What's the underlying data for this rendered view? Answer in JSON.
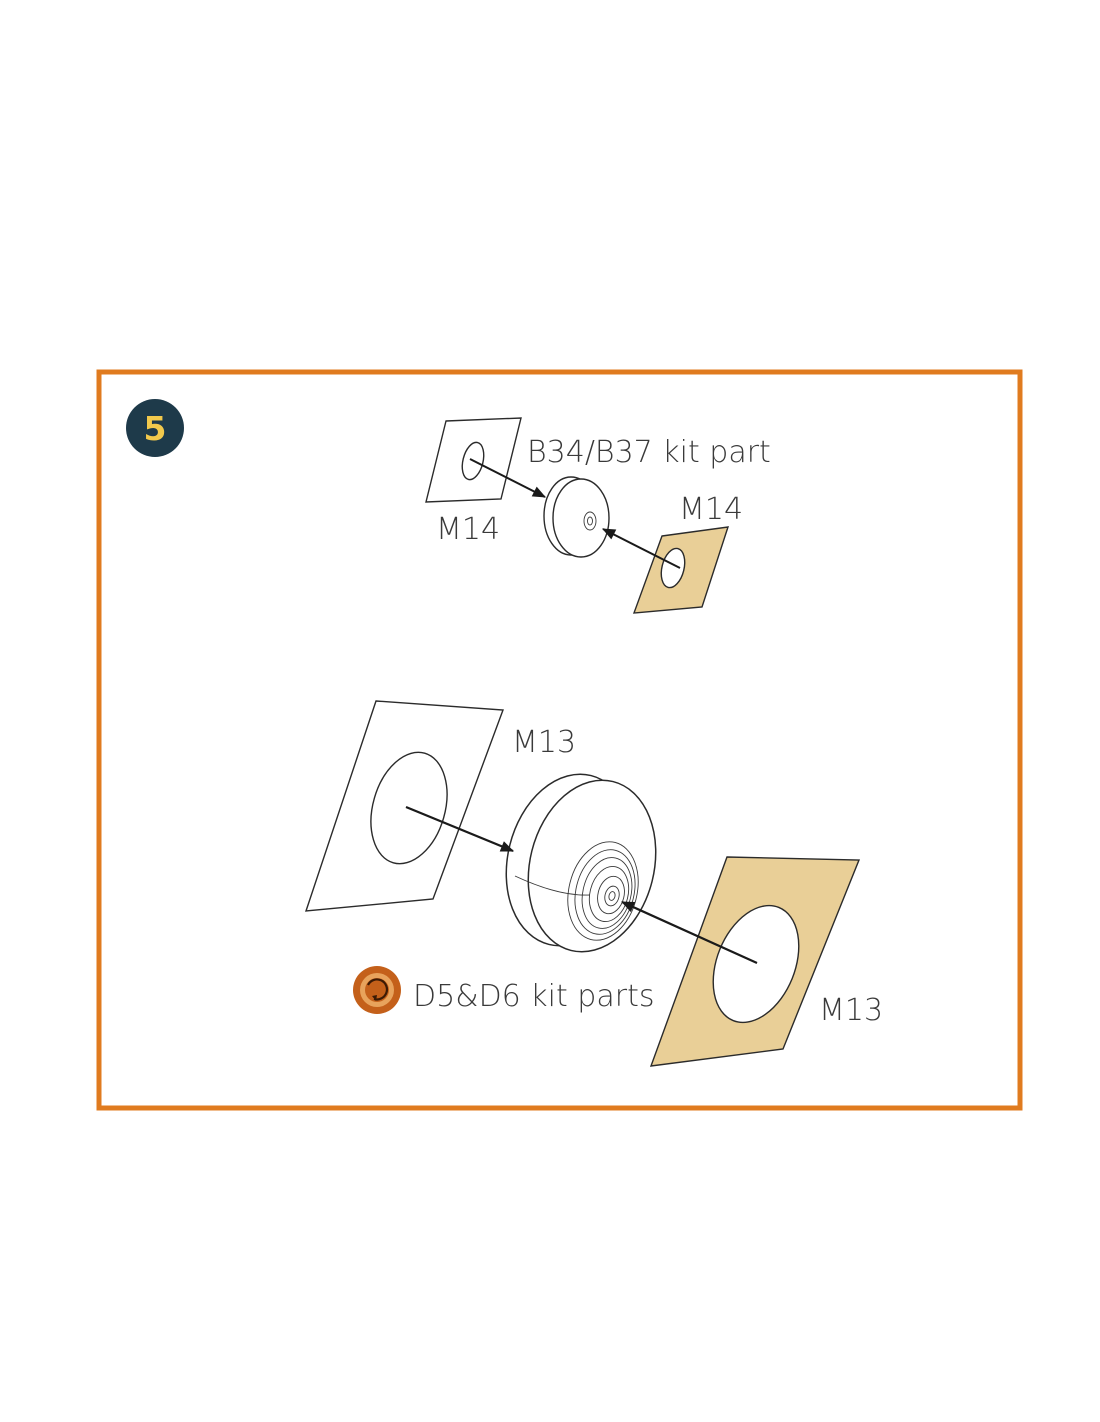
{
  "step": {
    "number": "5"
  },
  "labels": {
    "upper_kit_part": "B34/B37 kit part",
    "upper_mask_left": "M14",
    "upper_mask_right": "M14",
    "lower_mask_left": "M13",
    "lower_mask_right": "M13",
    "lower_kit_part": "D5&D6 kit parts"
  },
  "colors": {
    "frame": "#e07b1f",
    "step_badge": "#1e3a4a",
    "step_text": "#f2c94c",
    "mask_fill": "#e9cf97",
    "kit_icon": "#c4601a",
    "line": "#2b2b2b"
  },
  "icons": {
    "kit_part_icon": "kit-parts-icon"
  }
}
